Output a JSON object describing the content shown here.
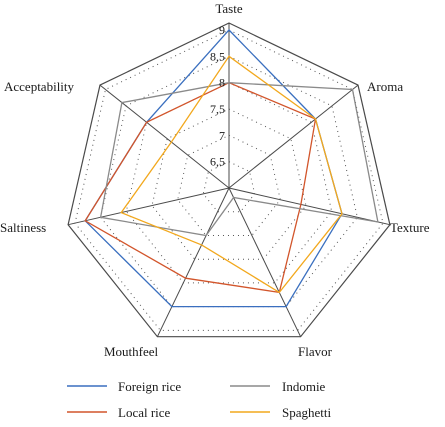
{
  "chart_data": {
    "type": "radar",
    "axes": [
      "Taste",
      "Aroma",
      "Texture",
      "Flavor",
      "Mouthfeel",
      "Saltiness",
      "Acceptability"
    ],
    "range": [
      6,
      9
    ],
    "ticks": [
      6.5,
      7,
      7.5,
      8,
      8.5,
      9
    ],
    "tick_labels": [
      "6,5",
      "7",
      "7,5",
      "8",
      "8,5",
      "9"
    ],
    "grid": "dotted",
    "legend_position": "bottom",
    "series": [
      {
        "name": "Foreign rice",
        "color": "#3a6fbf",
        "values": [
          9.0,
          8.1,
          8.2,
          8.5,
          8.5,
          8.8,
          8.0
        ]
      },
      {
        "name": "Local rice",
        "color": "#d2552b",
        "values": [
          8.0,
          8.1,
          7.4,
          8.2,
          7.9,
          8.8,
          8.0
        ]
      },
      {
        "name": "Indomie",
        "color": "#8a8a8a",
        "values": [
          8.0,
          9.0,
          8.9,
          6.2,
          7.0,
          8.5,
          8.6
        ]
      },
      {
        "name": "Spaghetti",
        "color": "#f2a81d",
        "values": [
          8.5,
          8.1,
          8.2,
          8.2,
          7.2,
          8.1,
          7.4
        ]
      }
    ]
  }
}
